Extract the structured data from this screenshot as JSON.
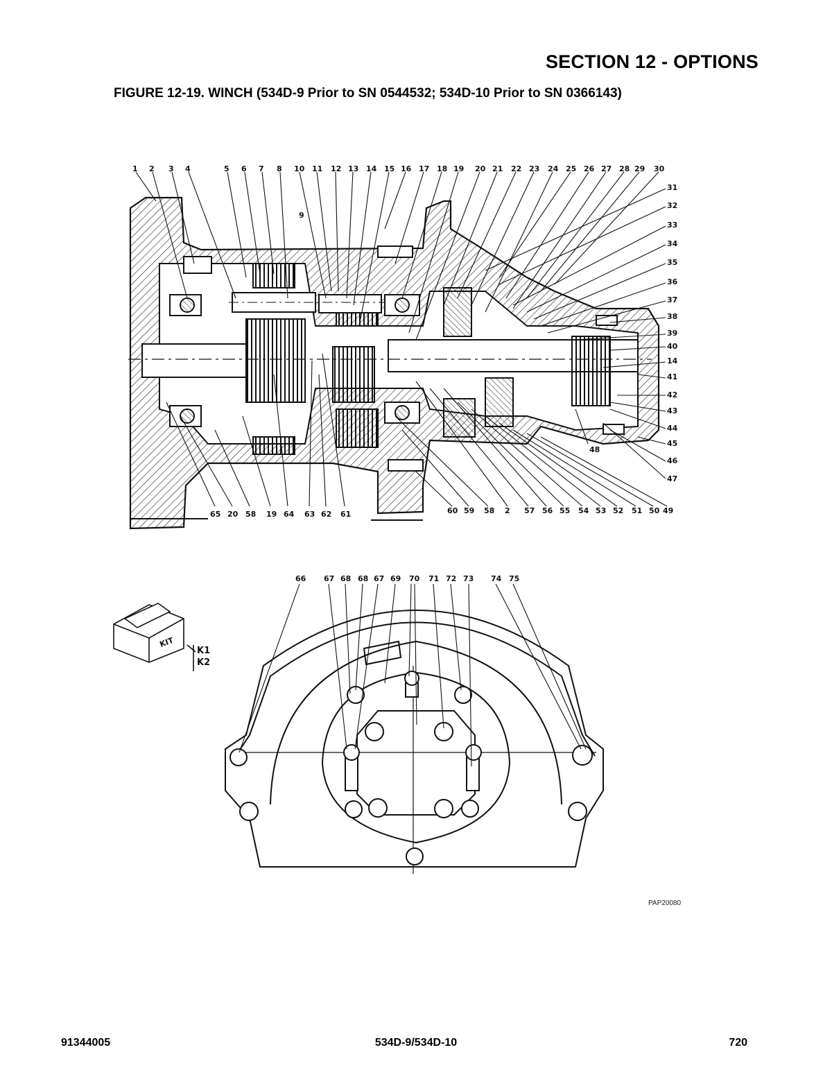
{
  "header": {
    "section": "SECTION 12 - OPTIONS",
    "figure_title": "FIGURE 12-19. WINCH (534D-9 Prior to SN 0544532; 534D-10 Prior to SN 0366143)"
  },
  "section_view": {
    "top_callouts": [
      "1",
      "2",
      "3",
      "4",
      "5",
      "6",
      "7",
      "8",
      "10",
      "11",
      "12",
      "13",
      "14",
      "15",
      "16",
      "17",
      "18",
      "19",
      "20",
      "21",
      "22",
      "23",
      "24",
      "25",
      "26",
      "27",
      "28",
      "29",
      "30"
    ],
    "inner_callouts": [
      "9"
    ],
    "right_callouts": [
      "31",
      "32",
      "33",
      "34",
      "35",
      "36",
      "37",
      "38",
      "39",
      "40",
      "14",
      "41",
      "42",
      "43",
      "44",
      "45",
      "46",
      "47"
    ],
    "callout_48": "48",
    "bottom_left_callouts": [
      "65",
      "20",
      "58",
      "19",
      "64",
      "63",
      "62",
      "61"
    ],
    "bottom_right_callouts": [
      "60",
      "59",
      "58",
      "2",
      "57",
      "56",
      "55",
      "54",
      "53",
      "52",
      "51",
      "50",
      "49"
    ]
  },
  "end_view": {
    "top_callouts": [
      "66",
      "67",
      "68",
      "68",
      "67",
      "69",
      "70",
      "71",
      "72",
      "73",
      "74",
      "75"
    ]
  },
  "kit": {
    "box_label": "KIT",
    "codes": [
      "K1",
      "K2"
    ]
  },
  "drawing_number": "PAP20080",
  "footer": {
    "left": "91344005",
    "center": "534D-9/534D-10",
    "right": "720"
  }
}
